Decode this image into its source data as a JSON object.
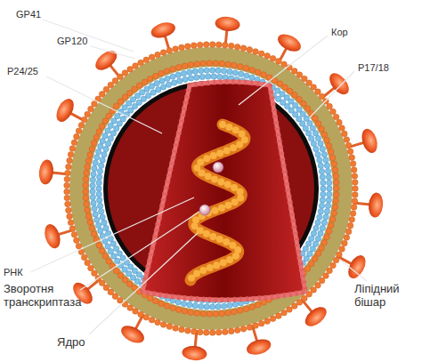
{
  "diagram": {
    "labels": [
      "GP41",
      "GP120",
      "P24/25",
      "Кор",
      "P17/18",
      "РНК",
      "Зворотня транскриптаза",
      "Ліпідний бішар",
      "Ядро"
    ]
  }
}
